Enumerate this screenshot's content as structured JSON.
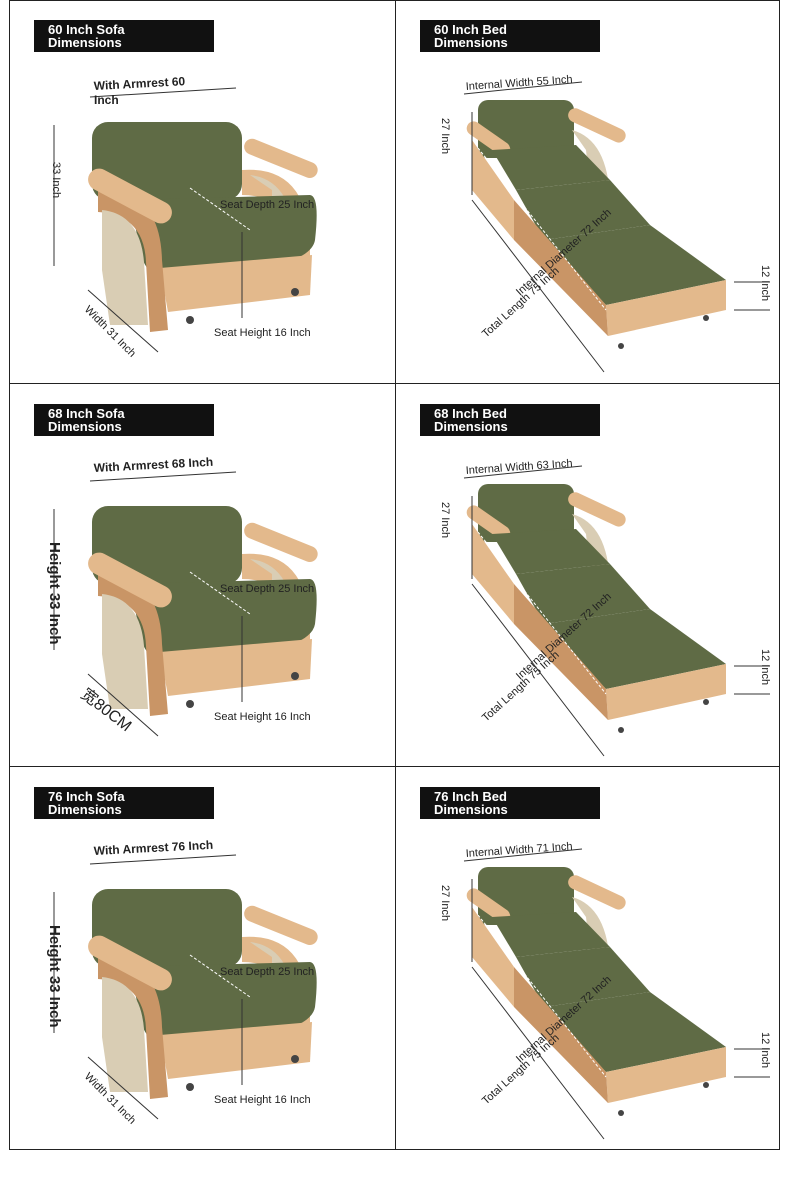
{
  "panels": [
    {
      "id": "sofa-60",
      "banner": [
        "60 Inch Sofa",
        "Dimensions"
      ],
      "kind": "sofa",
      "armrest": "With Armrest 60",
      "armrest2": "Inch",
      "height": "33 Inch",
      "seat_depth": "Seat Depth 25 Inch",
      "seat_height": "Seat Height 16 Inch",
      "width": "Width 31 Inch"
    },
    {
      "id": "bed-60",
      "banner": [
        "60 Inch Bed",
        "Dimensions"
      ],
      "kind": "bed",
      "internal_width": "Internal Width 55 Inch",
      "height": "27 Inch",
      "internal_diameter": "Internal Diameter 72 Inch",
      "total_length": "Total Length 75 Inch",
      "leg": "12 Inch"
    },
    {
      "id": "sofa-68",
      "banner": [
        "68 Inch Sofa",
        "Dimensions"
      ],
      "kind": "sofa",
      "armrest": "With Armrest 68 Inch",
      "armrest2": "",
      "height": "Height 33 Inch",
      "seat_depth": "Seat Depth 25 Inch",
      "seat_height": "Seat Height 16 Inch",
      "width": "宽80CM"
    },
    {
      "id": "bed-68",
      "banner": [
        "68 Inch Bed",
        "Dimensions"
      ],
      "kind": "bed",
      "internal_width": "Internal Width 63 Inch",
      "height": "27 Inch",
      "internal_diameter": "Internal Diameter 72 Inch",
      "total_length": "Total Length 75 Inch",
      "leg": "12 Inch"
    },
    {
      "id": "sofa-76",
      "banner": [
        "76 Inch Sofa",
        "Dimensions"
      ],
      "kind": "sofa",
      "armrest": "With Armrest 76 Inch",
      "armrest2": "",
      "height": "Height 33 Inch",
      "seat_depth": "Seat Depth 25 Inch",
      "seat_height": "Seat Height 16 Inch",
      "width": "Width 31 Inch"
    },
    {
      "id": "bed-76",
      "banner": [
        "76 Inch Bed",
        "Dimensions"
      ],
      "kind": "bed",
      "internal_width": "Internal Width 71 Inch",
      "height": "27 Inch",
      "internal_diameter": "Internal Diameter 72 Inch",
      "total_length": "Total Length 75 Inch",
      "leg": "12 Inch"
    }
  ],
  "colors": {
    "fabric": "#5f6b45",
    "fabric_dark": "#4b5636",
    "wood": "#e3b98c",
    "wood_dark": "#c99566",
    "rattan": "#d9cdb4",
    "banner": "#111111"
  }
}
